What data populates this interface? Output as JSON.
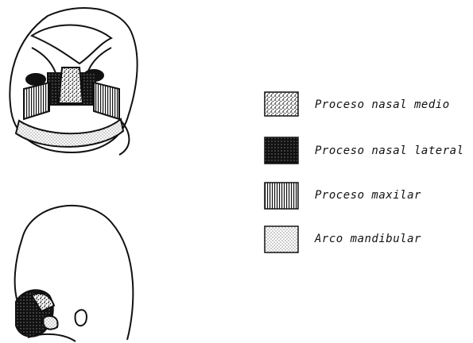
{
  "legend": {
    "items": [
      {
        "pattern": "dense-speckle",
        "label": "Proceso nasal medio"
      },
      {
        "pattern": "solid-dark",
        "label": "Proceso nasal lateral"
      },
      {
        "pattern": "vertical-lines",
        "label": "Proceso maxilar"
      },
      {
        "pattern": "light-dots",
        "label": "Arco mandibular"
      }
    ]
  },
  "colors": {
    "ink": "#111111",
    "paper": "#ffffff"
  }
}
